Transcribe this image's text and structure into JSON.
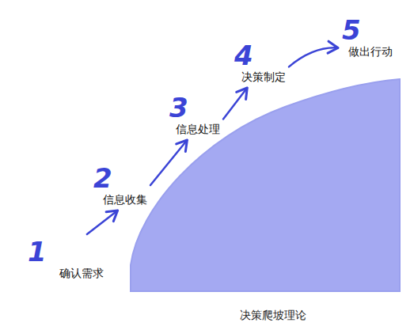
{
  "diagram": {
    "caption": "决策爬坡理论",
    "nodes": [
      {
        "text": [
          "1",
          "确认需求"
        ]
      },
      {
        "text": [
          "2",
          "信息收集"
        ]
      },
      {
        "text": [
          "3",
          "信息处理"
        ]
      },
      {
        "text": [
          "4",
          "决策制定"
        ]
      },
      {
        "text": [
          "5",
          "做出行动"
        ]
      }
    ],
    "edges": [
      {
        "from": 0,
        "to": 1,
        "arrow": "to"
      },
      {
        "from": 1,
        "to": 2,
        "arrow": "to"
      },
      {
        "from": 2,
        "to": 3,
        "arrow": "to"
      },
      {
        "from": 3,
        "to": 4,
        "arrow": "to"
      }
    ]
  }
}
